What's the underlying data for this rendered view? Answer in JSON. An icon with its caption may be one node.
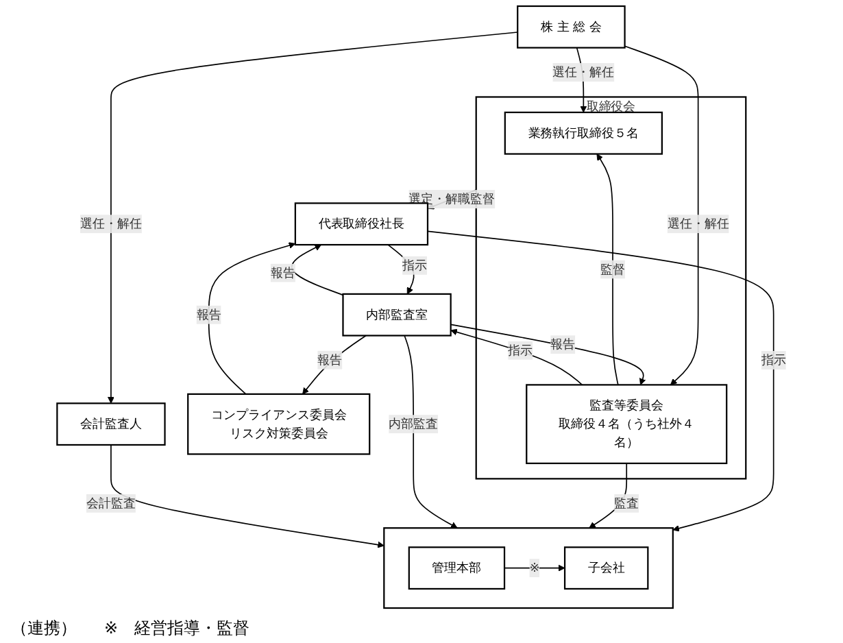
{
  "diagram": {
    "nodes": [
      {
        "text": [
          "株 主 総 会"
        ]
      },
      {
        "text": [
          "取締役会"
        ]
      },
      {
        "text": [
          "業務執行取締役５名"
        ],
        "in": 1
      },
      {
        "text": [
          "監査等委員会",
          "取締役４名（うち社外４名）"
        ],
        "in": 1
      },
      {
        "text": [
          "代表取締役社長"
        ]
      },
      {
        "text": [
          "内部監査室"
        ]
      },
      {
        "text": [
          "コンプライアンス委員会",
          "リスク対策委員会"
        ]
      },
      {
        "text": [
          "会計監査人"
        ]
      },
      {
        "text": [],
        "shape": "box"
      },
      {
        "text": [
          "管理本部"
        ],
        "in": 8
      },
      {
        "text": [
          "子会社"
        ],
        "in": 8
      }
    ],
    "edges": [
      {
        "from": 0,
        "to": 2,
        "arrow": "to",
        "label": "選任・解任"
      },
      {
        "from": 0,
        "to": 3,
        "arrow": "to",
        "label": "選任・解任"
      },
      {
        "from": 0,
        "to": 7,
        "arrow": "to",
        "label": "選任・解任"
      },
      {
        "from": 3,
        "to": 2,
        "arrow": "to",
        "label": "監督"
      },
      {
        "from": 1,
        "to": 4,
        "arrow": "to",
        "label": "選定・解職監督"
      },
      {
        "from": 3,
        "to": 5,
        "arrow": "to",
        "label": "指示"
      },
      {
        "from": 5,
        "to": 3,
        "arrow": "to",
        "label": "報告"
      },
      {
        "from": 5,
        "to": 4,
        "arrow": "to",
        "label": "報告"
      },
      {
        "from": 4,
        "to": 5,
        "arrow": "to",
        "label": "指示"
      },
      {
        "from": 6,
        "to": 4,
        "arrow": "to",
        "label": "報告"
      },
      {
        "from": 5,
        "to": 6,
        "arrow": "to",
        "label": "報告"
      },
      {
        "from": 4,
        "to": 8,
        "arrow": "to",
        "label": "指示"
      },
      {
        "from": 3,
        "to": 8,
        "arrow": "to",
        "label": "監査"
      },
      {
        "from": 5,
        "to": 8,
        "arrow": "to",
        "label": "内部監査"
      },
      {
        "from": 7,
        "to": 8,
        "arrow": "to",
        "label": "会計監査"
      },
      {
        "from": 9,
        "to": 10,
        "arrow": "to",
        "label": "※"
      }
    ],
    "labels": [
      "（連携）",
      "※　経営指導・監督"
    ]
  }
}
